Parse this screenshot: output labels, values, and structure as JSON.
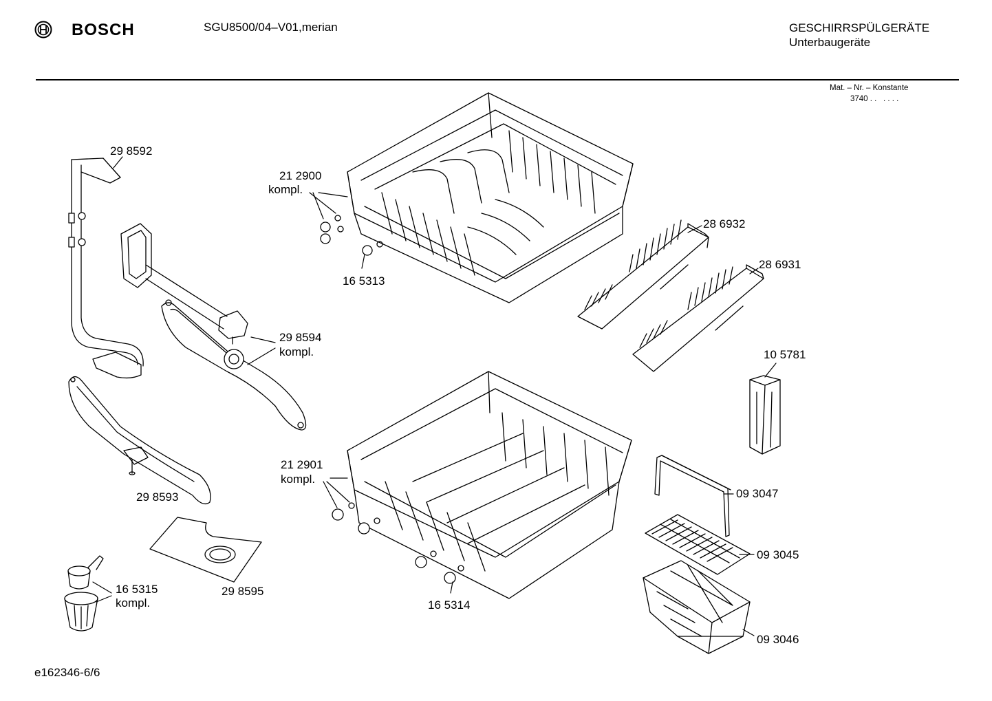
{
  "header": {
    "brand": "BOSCH",
    "model": "SGU8500/04–V01,merian",
    "category_line1": "GESCHIRRSPÜLGERÄTE",
    "category_line2": "Unterbaugeräte",
    "matnr_label": "Mat. – Nr. – Konstante",
    "matnr_value": "3740 . .   . . . ."
  },
  "parts": {
    "p298592": "29 8592",
    "p212900": "21 2900",
    "p212900_kompl": "kompl.",
    "p165313": "16 5313",
    "p286932": "28 6932",
    "p286931": "28 6931",
    "p298594": "29 8594",
    "p298594_kompl": "kompl.",
    "p105781": "10 5781",
    "p298593": "29 8593",
    "p212901": "21 2901",
    "p212901_kompl": "kompl.",
    "p093047": "09 3047",
    "p093045": "09 3045",
    "p298595": "29 8595",
    "p165315": "16 5315",
    "p165315_kompl": "kompl.",
    "p165314": "16 5314",
    "p093046": "09 3046"
  },
  "footer": {
    "doc_id": "e162346-6/6"
  }
}
